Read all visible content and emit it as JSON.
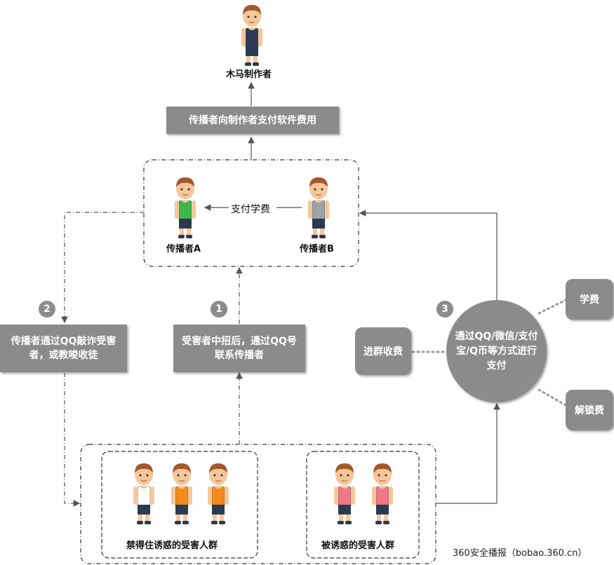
{
  "maker": {
    "label": "木马制作者",
    "shirt_color": "#2e3d55"
  },
  "pay_maker_box": {
    "text": "传播者向制作者支付软件费用"
  },
  "spreader_a": {
    "label": "传播者A",
    "shirt_color": "#3fb64b"
  },
  "spreader_b": {
    "label": "传播者B",
    "shirt_color": "#9aa3a8"
  },
  "tuition_arrow": {
    "text": "支付学费"
  },
  "step1": {
    "num": "1",
    "text_line1": "受害者中招后，通过QQ号",
    "text_line2": "联系传播者"
  },
  "step2": {
    "num": "2",
    "text_line1": "传播者通过QQ敲诈受害",
    "text_line2": "者，或教唆收徒"
  },
  "step3": {
    "num": "3",
    "text_line1": "通过QQ/微信/支付",
    "text_line2": "宝/Q币等方式进行",
    "text_line3": "支付"
  },
  "fees": {
    "join_group": "进群收费",
    "tuition": "学费",
    "unlock": "解锁费"
  },
  "group_resist": {
    "label": "禁得住诱惑的受害人群",
    "shirt_colors": [
      "#ffffff",
      "#f08a1c",
      "#f08a1c"
    ]
  },
  "group_tempted": {
    "label": "被诱惑的受害人群",
    "shirt_colors": [
      "#f07785",
      "#f07785"
    ]
  },
  "watermark": {
    "text": "360安全播报（bobao.360.cn）"
  },
  "colors": {
    "box": "#8b8b8b",
    "skin": "#f6c79a",
    "hair": "#a4582a",
    "pants": "#2b3a52"
  }
}
